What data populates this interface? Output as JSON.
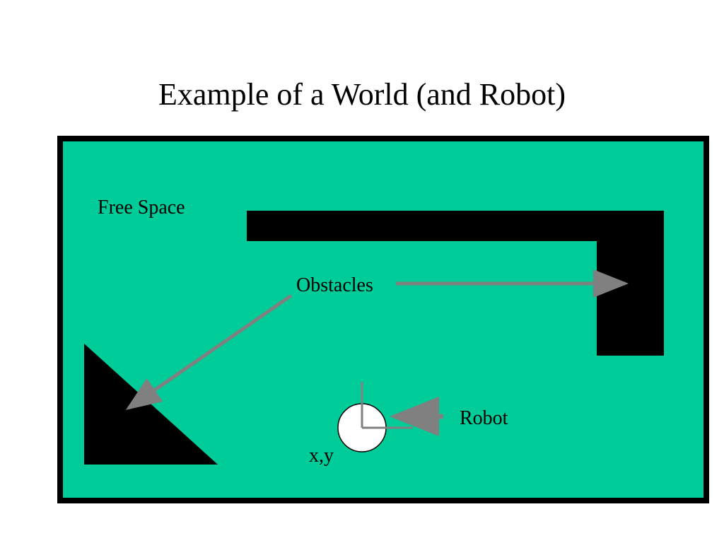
{
  "slide": {
    "title": "Example of a World (and Robot)"
  },
  "labels": {
    "free_space": "Free Space",
    "obstacles": "Obstacles",
    "robot": "Robot",
    "robot_position": "x,y"
  },
  "colors": {
    "free_space": "#00cc99",
    "obstacle": "#000000",
    "border": "#000000",
    "arrow": "#808080",
    "robot_body": "#ffffff",
    "background": "#ffffff"
  }
}
